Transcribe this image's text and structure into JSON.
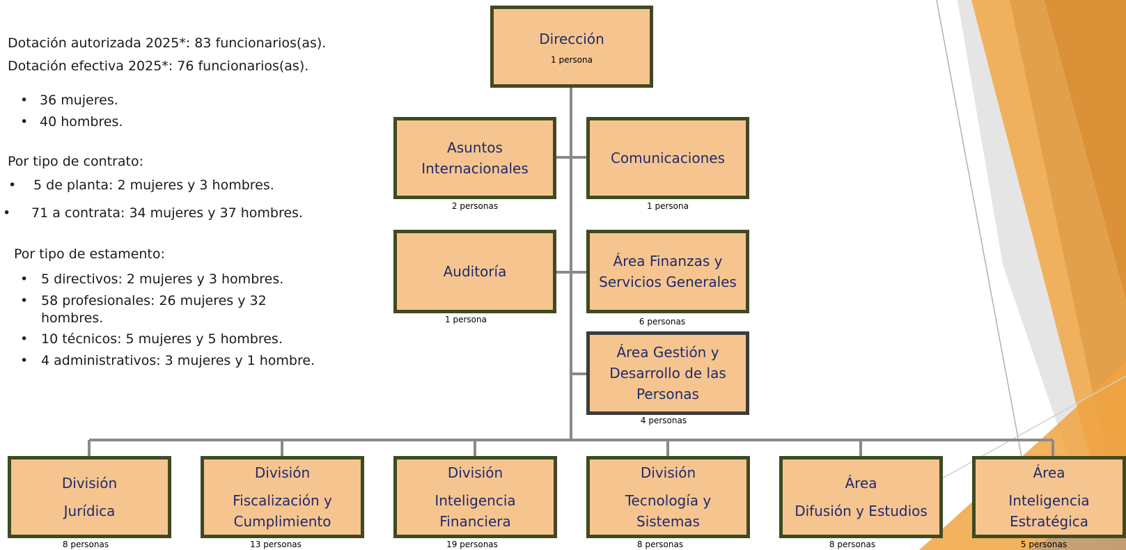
{
  "summary": {
    "authorized": "Dotación autorizada 2025*: 83 funcionarios(as).",
    "effective": "Dotación efectiva 2025*:  76 funcionarios(as).",
    "gender": [
      "36 mujeres.",
      "40 hombres."
    ],
    "contract_title": "Por tipo de contrato:",
    "contract": [
      "5 de planta: 2 mujeres y 3 hombres.",
      "71 a contrata: 34 mujeres y 37 hombres."
    ],
    "estamento_title": "Por tipo de estamento:",
    "estamento": [
      "5 directivos: 2 mujeres y 3 hombres.",
      "58 profesionales: 26 mujeres y 32",
      "hombres.",
      "10 técnicos: 5 mujeres y 5 hombres.",
      "4 administrativos: 3 mujeres y 1 hombre."
    ],
    "bullet": "•"
  },
  "org": {
    "direccion": {
      "name": "Dirección",
      "count": "1 persona"
    },
    "asuntos": {
      "line1": "Asuntos",
      "line2": "Internacionales",
      "count": "2 personas"
    },
    "comunicaciones": {
      "name": "Comunicaciones",
      "count": "1 persona"
    },
    "auditoria": {
      "name": "Auditoría",
      "count": "1 persona"
    },
    "finanzas": {
      "line1": "Área Finanzas y",
      "line2": "Servicios Generales",
      "count": "6 personas"
    },
    "gestion": {
      "line1": "Área Gestión y",
      "line2": "Desarrollo de las",
      "line3": "Personas",
      "count": "4 personas"
    },
    "juridica": {
      "line1": "División",
      "line2": "Jurídica",
      "count": "8 personas"
    },
    "fiscalizacion": {
      "line1": "División",
      "line2": "Fiscalización  y",
      "line3": "Cumplimiento",
      "count": "13 personas"
    },
    "inteligencia_fin": {
      "line1": "División",
      "line2": "Inteligencia",
      "line3": "Financiera",
      "count": "19 personas"
    },
    "tecnologia": {
      "line1": "División",
      "line2": "Tecnología y",
      "line3": "Sistemas",
      "count": "8 personas"
    },
    "difusion": {
      "line1": "Área",
      "line2": "Difusión y Estudios",
      "count": "8 personas"
    },
    "inteligencia_est": {
      "line1": "Área",
      "line2": "Inteligencia",
      "line3": "Estratégica",
      "count": "5 personas"
    }
  },
  "colors": {
    "box_fill": "#f6c58f",
    "box_border": "#3f4a22",
    "box_text": "#1f2a6b",
    "connector": "#8a8a8a",
    "accent": "#e09a3e"
  }
}
